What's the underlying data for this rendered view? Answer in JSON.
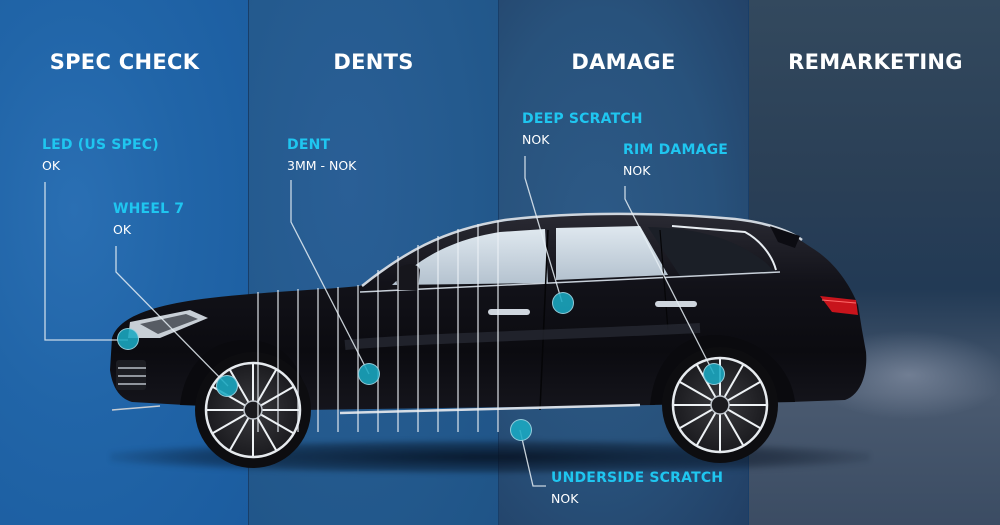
{
  "columns": [
    {
      "heading": "SPEC CHECK"
    },
    {
      "heading": "DENTS"
    },
    {
      "heading": "DAMAGE"
    },
    {
      "heading": "REMARKETING"
    }
  ],
  "annotations": {
    "led": {
      "title": "LED (US SPEC)",
      "value": "OK"
    },
    "wheel": {
      "title": "WHEEL 7",
      "value": "OK"
    },
    "dent": {
      "title": "DENT",
      "value": "3MM - NOK"
    },
    "deep_scratch": {
      "title": "DEEP SCRATCH",
      "value": "NOK"
    },
    "rim_damage": {
      "title": "RIM DAMAGE",
      "value": "NOK"
    },
    "underside_scratch": {
      "title": "UNDERSIDE SCRATCH",
      "value": "NOK"
    }
  },
  "colors": {
    "accent": "#1fc6f0",
    "marker": "#1aaac3",
    "text": "#ffffff",
    "car_body": "#0e0f16"
  }
}
